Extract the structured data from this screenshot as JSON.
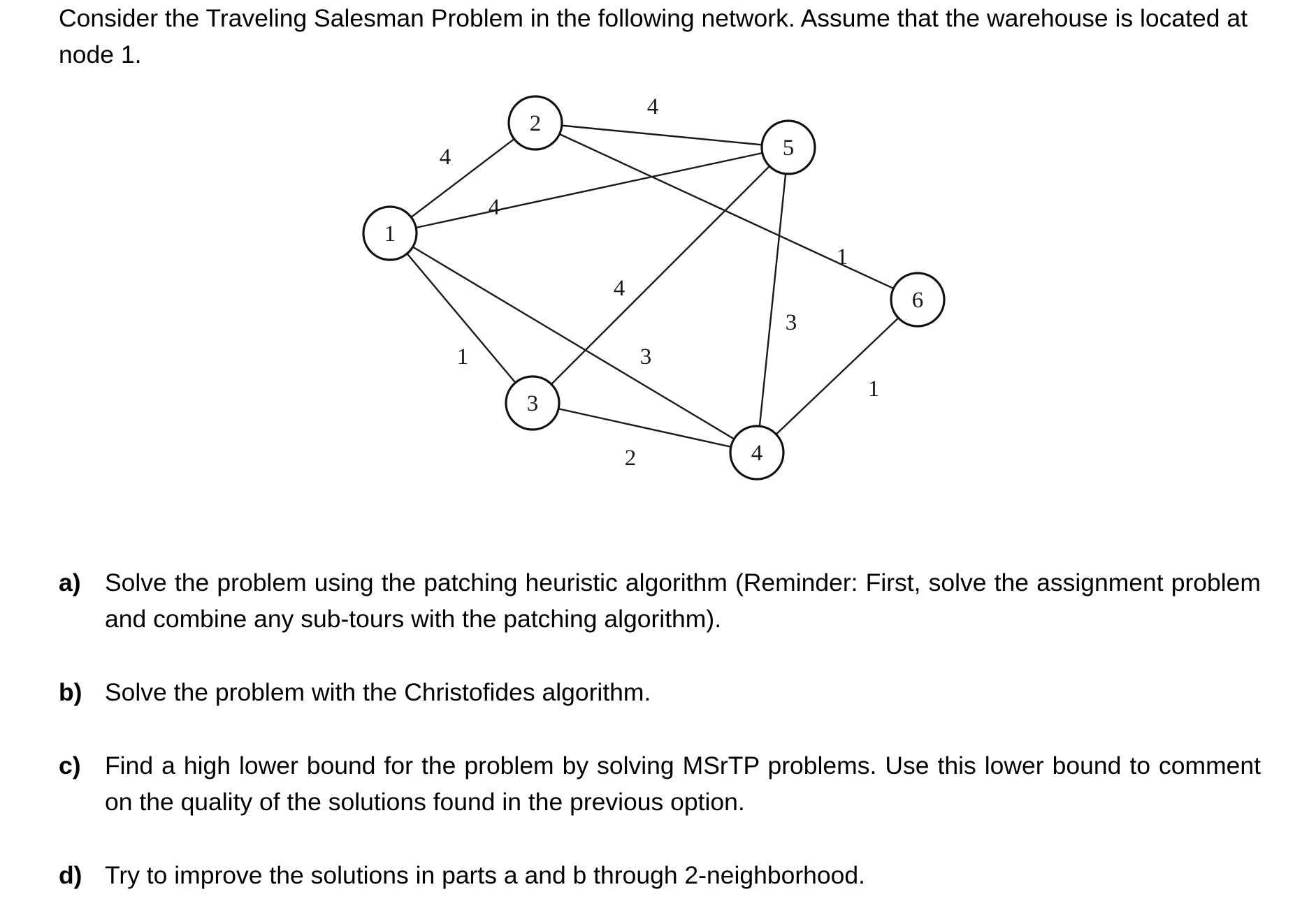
{
  "intro": "Consider the Traveling Salesman Problem in the following network. Assume that the warehouse is located at node 1.",
  "graph": {
    "nodes": [
      {
        "id": "1",
        "label": "1"
      },
      {
        "id": "2",
        "label": "2"
      },
      {
        "id": "3",
        "label": "3"
      },
      {
        "id": "4",
        "label": "4"
      },
      {
        "id": "5",
        "label": "5"
      },
      {
        "id": "6",
        "label": "6"
      }
    ],
    "edges": [
      {
        "from": "1",
        "to": "2",
        "weight": "4"
      },
      {
        "from": "1",
        "to": "5",
        "weight": "4"
      },
      {
        "from": "1",
        "to": "3",
        "weight": "1"
      },
      {
        "from": "1",
        "to": "4",
        "weight": "3"
      },
      {
        "from": "2",
        "to": "5",
        "weight": "4"
      },
      {
        "from": "2",
        "to": "6",
        "weight": "1"
      },
      {
        "from": "3",
        "to": "5",
        "weight": "4"
      },
      {
        "from": "3",
        "to": "4",
        "weight": "2"
      },
      {
        "from": "5",
        "to": "4",
        "weight": "3"
      },
      {
        "from": "4",
        "to": "6",
        "weight": "1"
      }
    ]
  },
  "parts": [
    {
      "letter": "a)",
      "text": "Solve the problem using the patching heuristic algorithm (Reminder: First, solve the assignment problem and combine any sub-tours with the patching algorithm)."
    },
    {
      "letter": "b)",
      "text": "Solve the problem with the Christofides algorithm."
    },
    {
      "letter": "c)",
      "text": "Find a high lower bound for the problem by solving MSrTP problems. Use this lower bound to comment on the quality of the solutions found in the previous option."
    },
    {
      "letter": "d)",
      "text": "Try to improve the solutions in parts a and b through 2-neighborhood."
    }
  ]
}
